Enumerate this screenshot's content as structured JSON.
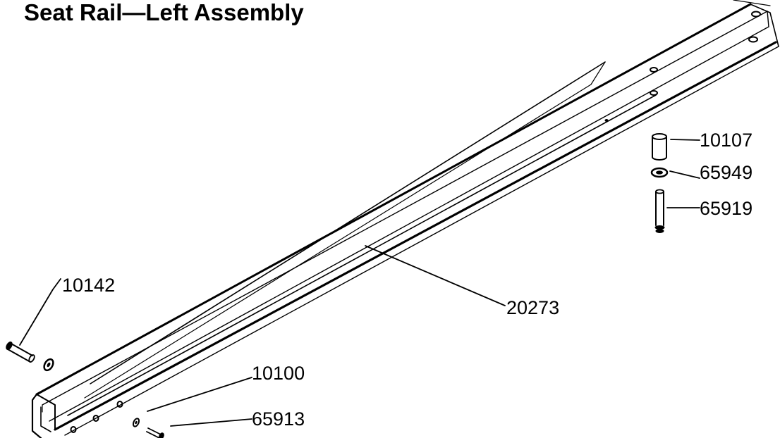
{
  "title": "Seat Rail—Left Assembly",
  "callouts": {
    "rail": "20273",
    "top_spacer": "10107",
    "top_washer": "65949",
    "top_pin": "65919",
    "left_pin": "10142",
    "bottom_washer": "10100",
    "bottom_bolt": "65913"
  }
}
